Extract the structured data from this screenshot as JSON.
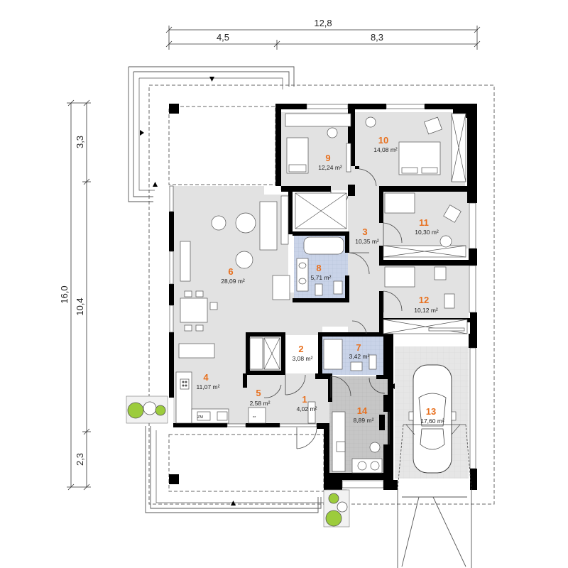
{
  "dimensions": {
    "total_width": "12,8",
    "width_left": "4,5",
    "width_right": "8,3",
    "total_depth": "16,0",
    "depth_top": "3,3",
    "depth_middle": "10,4",
    "depth_bottom": "2,3"
  },
  "rooms": [
    {
      "number": "1",
      "area": "4,02 m²"
    },
    {
      "number": "2",
      "area": "3,08 m²"
    },
    {
      "number": "3",
      "area": "10,35 m²"
    },
    {
      "number": "4",
      "area": "11,07 m²"
    },
    {
      "number": "5",
      "area": "2,58 m²"
    },
    {
      "number": "6",
      "area": "28,09 m²"
    },
    {
      "number": "7",
      "area": "3,42 m²"
    },
    {
      "number": "8",
      "area": "5,71 m²"
    },
    {
      "number": "9",
      "area": "12,24 m²"
    },
    {
      "number": "10",
      "area": "14,08 m²"
    },
    {
      "number": "11",
      "area": "10,30 m²"
    },
    {
      "number": "12",
      "area": "10,12 m²"
    },
    {
      "number": "13",
      "area": "17,60 m²"
    },
    {
      "number": "14",
      "area": "8,89 m²"
    }
  ],
  "labels": {
    "fridge": "ZM",
    "stove_marks": "**"
  },
  "colors": {
    "floor_grey": "#e2e2e2",
    "bathroom_tile": "#c9d3e8",
    "utility_tile": "#c8c8c8",
    "garage_floor": "#e6e6e6",
    "room_number": "#e8701e",
    "walls": "#000000",
    "tree_green": "#9ccc3c"
  }
}
